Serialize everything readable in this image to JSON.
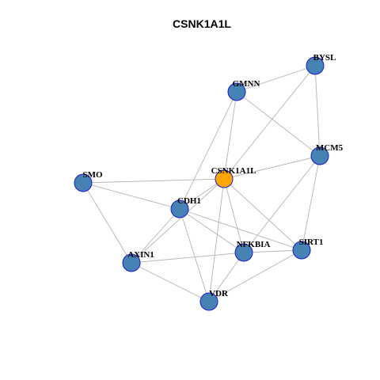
{
  "title": "CSNK1A1L",
  "colors": {
    "default_node": "#4682b4",
    "center_node": "#ffa500",
    "node_border": "#1a1acd",
    "edge": "#b4b4b4"
  },
  "nodes": [
    {
      "id": "csnk1a1l",
      "label": "CSNK1A1L",
      "center": true
    },
    {
      "id": "bysl",
      "label": "BYSL"
    },
    {
      "id": "gmnn",
      "label": "GMNN"
    },
    {
      "id": "mcm5",
      "label": "MCM5"
    },
    {
      "id": "smo",
      "label": "SMO"
    },
    {
      "id": "cdh1",
      "label": "CDH1"
    },
    {
      "id": "axin1",
      "label": "AXIN1"
    },
    {
      "id": "nfkbia",
      "label": "NFKBIA"
    },
    {
      "id": "sirt1",
      "label": "SIRT1"
    },
    {
      "id": "vdr",
      "label": "VDR"
    }
  ],
  "edges": [
    [
      "gmnn",
      "bysl"
    ],
    [
      "bysl",
      "mcm5"
    ],
    [
      "bysl",
      "csnk1a1l"
    ],
    [
      "gmnn",
      "mcm5"
    ],
    [
      "gmnn",
      "csnk1a1l"
    ],
    [
      "gmnn",
      "cdh1"
    ],
    [
      "mcm5",
      "csnk1a1l"
    ],
    [
      "mcm5",
      "nfkbia"
    ],
    [
      "mcm5",
      "sirt1"
    ],
    [
      "smo",
      "csnk1a1l"
    ],
    [
      "smo",
      "cdh1"
    ],
    [
      "smo",
      "axin1"
    ],
    [
      "csnk1a1l",
      "cdh1"
    ],
    [
      "csnk1a1l",
      "axin1"
    ],
    [
      "csnk1a1l",
      "nfkbia"
    ],
    [
      "csnk1a1l",
      "sirt1"
    ],
    [
      "csnk1a1l",
      "vdr"
    ],
    [
      "cdh1",
      "axin1"
    ],
    [
      "cdh1",
      "nfkbia"
    ],
    [
      "cdh1",
      "sirt1"
    ],
    [
      "cdh1",
      "vdr"
    ],
    [
      "axin1",
      "nfkbia"
    ],
    [
      "axin1",
      "vdr"
    ],
    [
      "nfkbia",
      "sirt1"
    ],
    [
      "nfkbia",
      "vdr"
    ],
    [
      "sirt1",
      "vdr"
    ]
  ]
}
